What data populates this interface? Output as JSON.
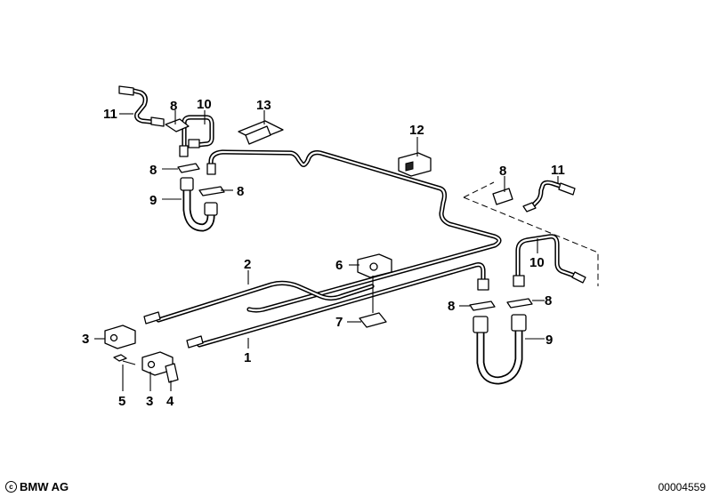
{
  "callouts": {
    "c1": "1",
    "c2": "2",
    "c3a": "3",
    "c3b": "3",
    "c4": "4",
    "c5": "5",
    "c6": "6",
    "c7": "7",
    "c8a": "8",
    "c8b": "8",
    "c8c": "8",
    "c8d": "8",
    "c8e": "8",
    "c8f": "8",
    "c9a": "9",
    "c9b": "9",
    "c10a": "10",
    "c10b": "10",
    "c11a": "11",
    "c11b": "11",
    "c12": "12",
    "c13": "13"
  },
  "footer": {
    "brand": "BMW AG",
    "copyright_symbol": "c",
    "document_number": "00004559"
  },
  "icons": {
    "copyright": "copyright-icon"
  }
}
